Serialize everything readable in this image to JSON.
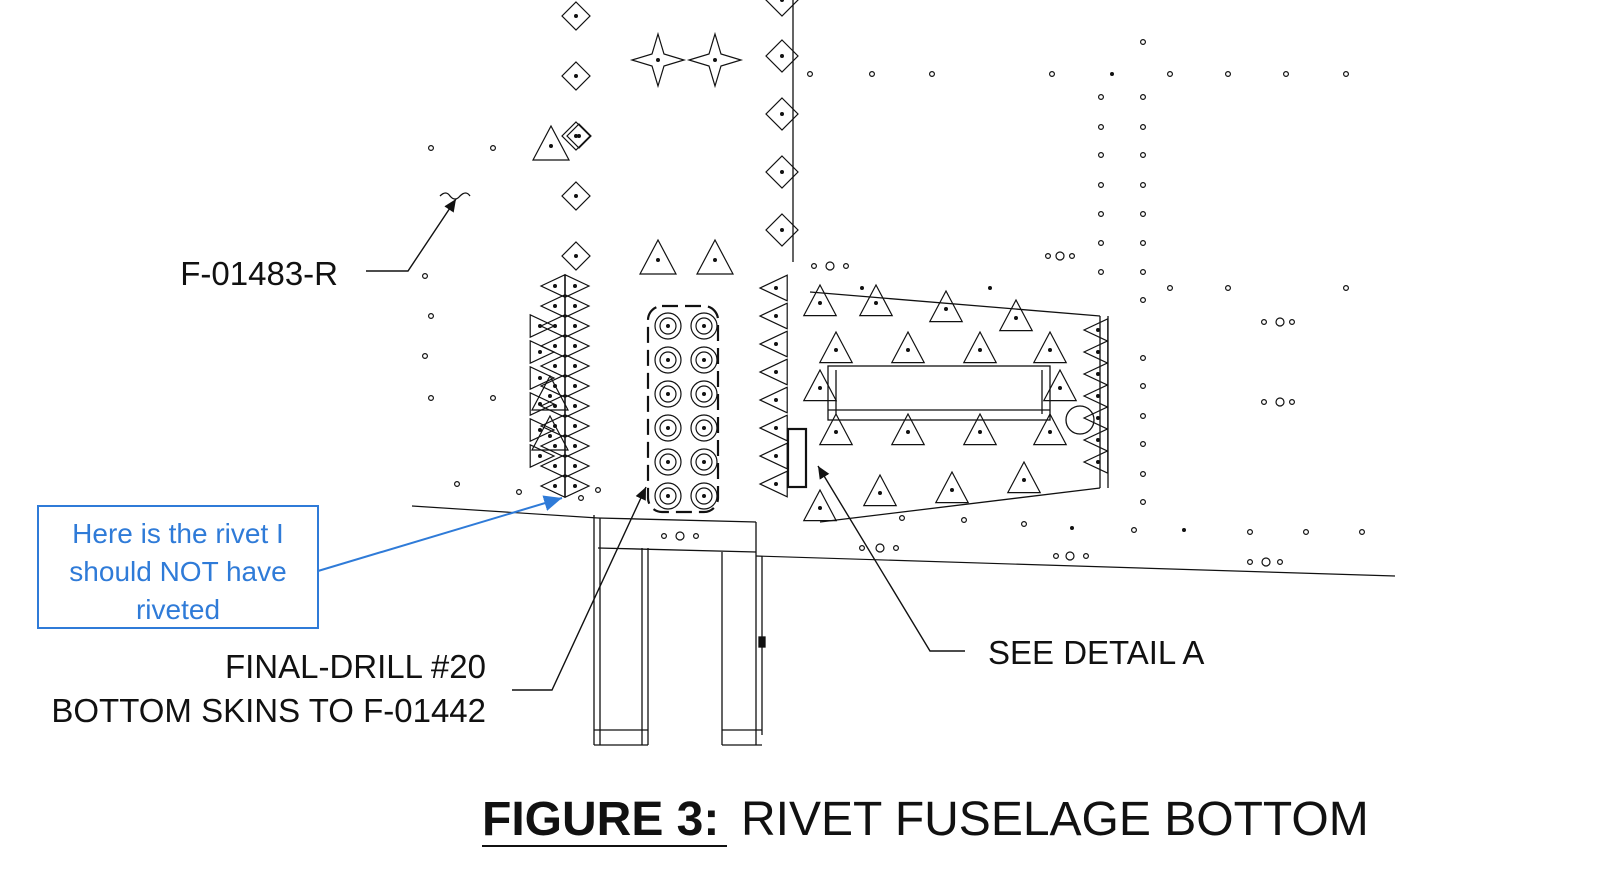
{
  "callouts": {
    "part_label": "F-01483-R",
    "final_drill_line1": "FINAL-DRILL #20",
    "final_drill_line2": "BOTTOM SKINS TO F-01442",
    "see_detail": "SEE DETAIL A"
  },
  "note": {
    "line1": "Here is the rivet I",
    "line2": "should NOT have",
    "line3": "riveted",
    "color": "#2f7bd8"
  },
  "figure": {
    "label": "FIGURE 3:",
    "title": "RIVET FUSELAGE BOTTOM"
  },
  "colors": {
    "ink": "#111111",
    "background": "#ffffff"
  }
}
